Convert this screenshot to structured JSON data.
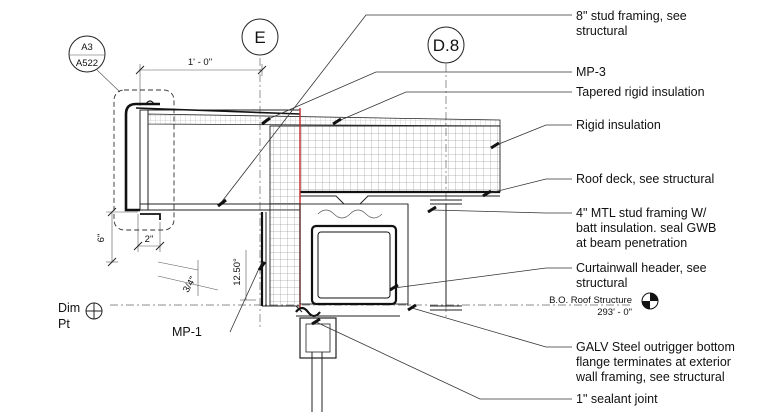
{
  "grid_bubbles": {
    "e": "E",
    "d8": "D.8"
  },
  "detail_tag": {
    "number": "A3",
    "sheet": "A522"
  },
  "dimensions": {
    "width_top": "1' - 0\"",
    "height_left": "6\"",
    "width_small": "2\"",
    "slope_in": "12.50°",
    "offset": "3/4\""
  },
  "callouts": [
    {
      "id": "stud-framing-8",
      "lines": [
        "8\" stud framing, see",
        "structural"
      ]
    },
    {
      "id": "mp3",
      "lines": [
        "MP-3"
      ]
    },
    {
      "id": "tapered-insulation",
      "lines": [
        "Tapered rigid insulation"
      ]
    },
    {
      "id": "rigid-insulation",
      "lines": [
        "Rigid insulation"
      ]
    },
    {
      "id": "roof-deck",
      "lines": [
        "Roof deck, see structural"
      ]
    },
    {
      "id": "mtl-stud",
      "lines": [
        "4\" MTL stud framing W/",
        "batt insulation. seal GWB",
        "at beam penetration"
      ]
    },
    {
      "id": "curtainwall-header",
      "lines": [
        "Curtainwall header, see",
        "structural"
      ]
    },
    {
      "id": "galv-outrigger",
      "lines": [
        "GALV Steel outrigger bottom",
        "flange terminates at exterior",
        "wall framing, see structural"
      ]
    },
    {
      "id": "sealant-joint",
      "lines": [
        "1\" sealant joint"
      ]
    }
  ],
  "left_labels": {
    "dim_pt_line1": "Dim",
    "dim_pt_line2": "Pt",
    "mp1": "MP-1"
  },
  "elevation": {
    "label": "B.O. Roof Structure",
    "value": "293' - 0\""
  }
}
